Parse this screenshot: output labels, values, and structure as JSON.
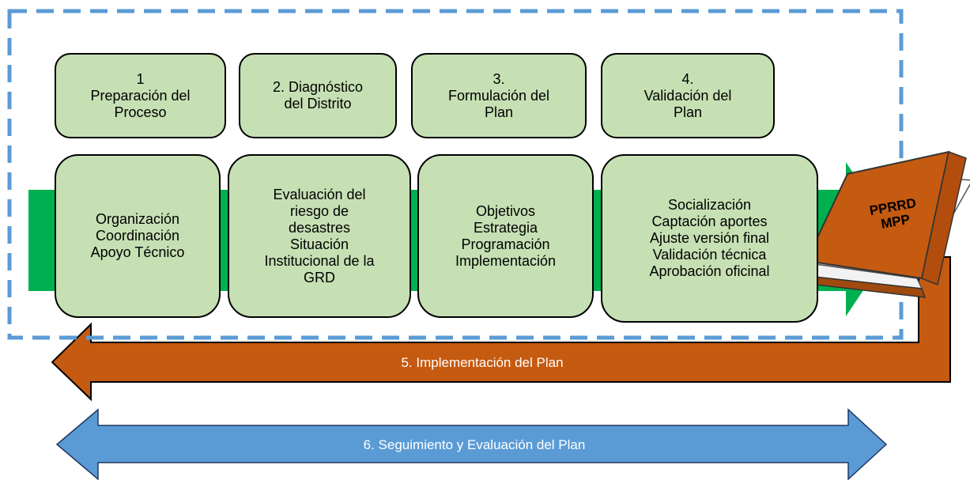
{
  "stages": [
    {
      "title": "1\nPreparación del\nProceso",
      "content": "Organización\nCoordinación\nApoyo Técnico"
    },
    {
      "title": "2.  Diagnóstico\ndel Distrito",
      "content": "Evaluación del\nriesgo de\ndesastres\nSituación\nInstitucional de la\nGRD"
    },
    {
      "title": "3.\nFormulación del\nPlan",
      "content": "Objetivos\nEstrategia\nProgramación\nImplementación"
    },
    {
      "title": "4.\nValidación del\nPlan",
      "content": "Socialización\nCaptación aportes\nAjuste versión final\nValidación técnica\nAprobación oficinal"
    }
  ],
  "book_label": "PPRRD\nMPP",
  "implementation_arrow_label": "5. Implementación del Plan",
  "monitoring_arrow_label": "6. Seguimiento y Evaluación del Plan",
  "colors": {
    "box_fill": "#c6e0b4",
    "green_arrow": "#00b050",
    "orange_arrow": "#c55a11",
    "blue_arrow": "#5b9bd5",
    "dashed_border": "#5b9bd5",
    "book_cover": "#c55a11"
  }
}
